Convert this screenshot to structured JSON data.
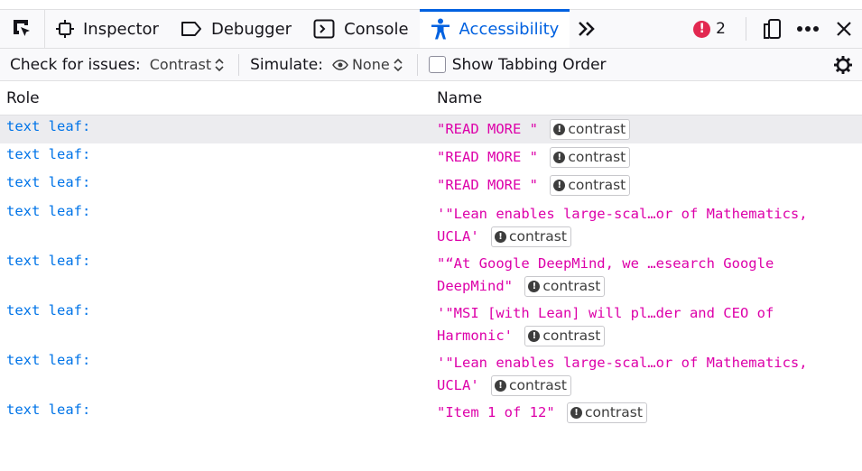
{
  "toolbar": {
    "tabs": [
      {
        "label": "Inspector",
        "icon": "inspector-icon"
      },
      {
        "label": "Debugger",
        "icon": "debugger-icon"
      },
      {
        "label": "Console",
        "icon": "console-icon"
      },
      {
        "label": "Accessibility",
        "icon": "accessibility-icon"
      }
    ],
    "error_count": "2",
    "selected_tab": "Accessibility",
    "accent_color": "#0061e0"
  },
  "filters": {
    "check_label": "Check for issues:",
    "check_value": "Contrast",
    "simulate_label": "Simulate:",
    "simulate_value": "None",
    "tabbing_label": "Show Tabbing Order"
  },
  "table": {
    "col_role": "Role",
    "col_name": "Name",
    "rows": [
      {
        "role": "text leaf:",
        "name": "\"READ MORE \"",
        "badge": "contrast"
      },
      {
        "role": "text leaf:",
        "name": "\"READ MORE \"",
        "badge": "contrast"
      },
      {
        "role": "text leaf:",
        "name": "\"READ MORE \"",
        "badge": "contrast"
      },
      {
        "role": "text leaf:",
        "name": "'\"Lean enables large-scal…or of Mathematics, UCLA'",
        "badge": "contrast"
      },
      {
        "role": "text leaf:",
        "name": "\"“At Google DeepMind, we …esearch Google DeepMind\"",
        "badge": "contrast"
      },
      {
        "role": "text leaf:",
        "name": "'\"MSI [with Lean] will pl…der and CEO of Harmonic'",
        "badge": "contrast"
      },
      {
        "role": "text leaf:",
        "name": "'\"Lean enables large-scal…or of Mathematics, UCLA'",
        "badge": "contrast"
      },
      {
        "role": "text leaf:",
        "name": "\"Item 1 of 12\"",
        "badge": "contrast"
      }
    ]
  }
}
